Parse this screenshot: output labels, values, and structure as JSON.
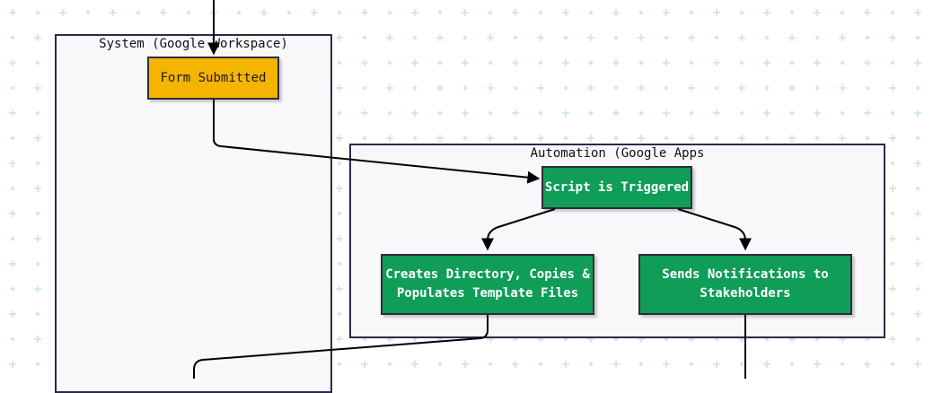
{
  "colors": {
    "yellow_node": "#f4b400",
    "green_node": "#0f9d58",
    "cluster_fill": "#f8f8fb",
    "cluster_border": "#2b2b45",
    "edge": "#000000",
    "grid_plus": "#c8e3dd"
  },
  "clusters": {
    "system": {
      "label": "System (Google Workspace)"
    },
    "automation": {
      "label": "Automation (Google Apps"
    }
  },
  "nodes": {
    "form_submitted": {
      "label": "Form Submitted"
    },
    "script_triggered": {
      "label": "Script is Triggered"
    },
    "creates_directory": {
      "line1": "Creates Directory, Copies &",
      "line2": "Populates Template Files"
    },
    "sends_notifications": {
      "line1": "Sends Notifications to",
      "line2": "Stakeholders"
    }
  }
}
